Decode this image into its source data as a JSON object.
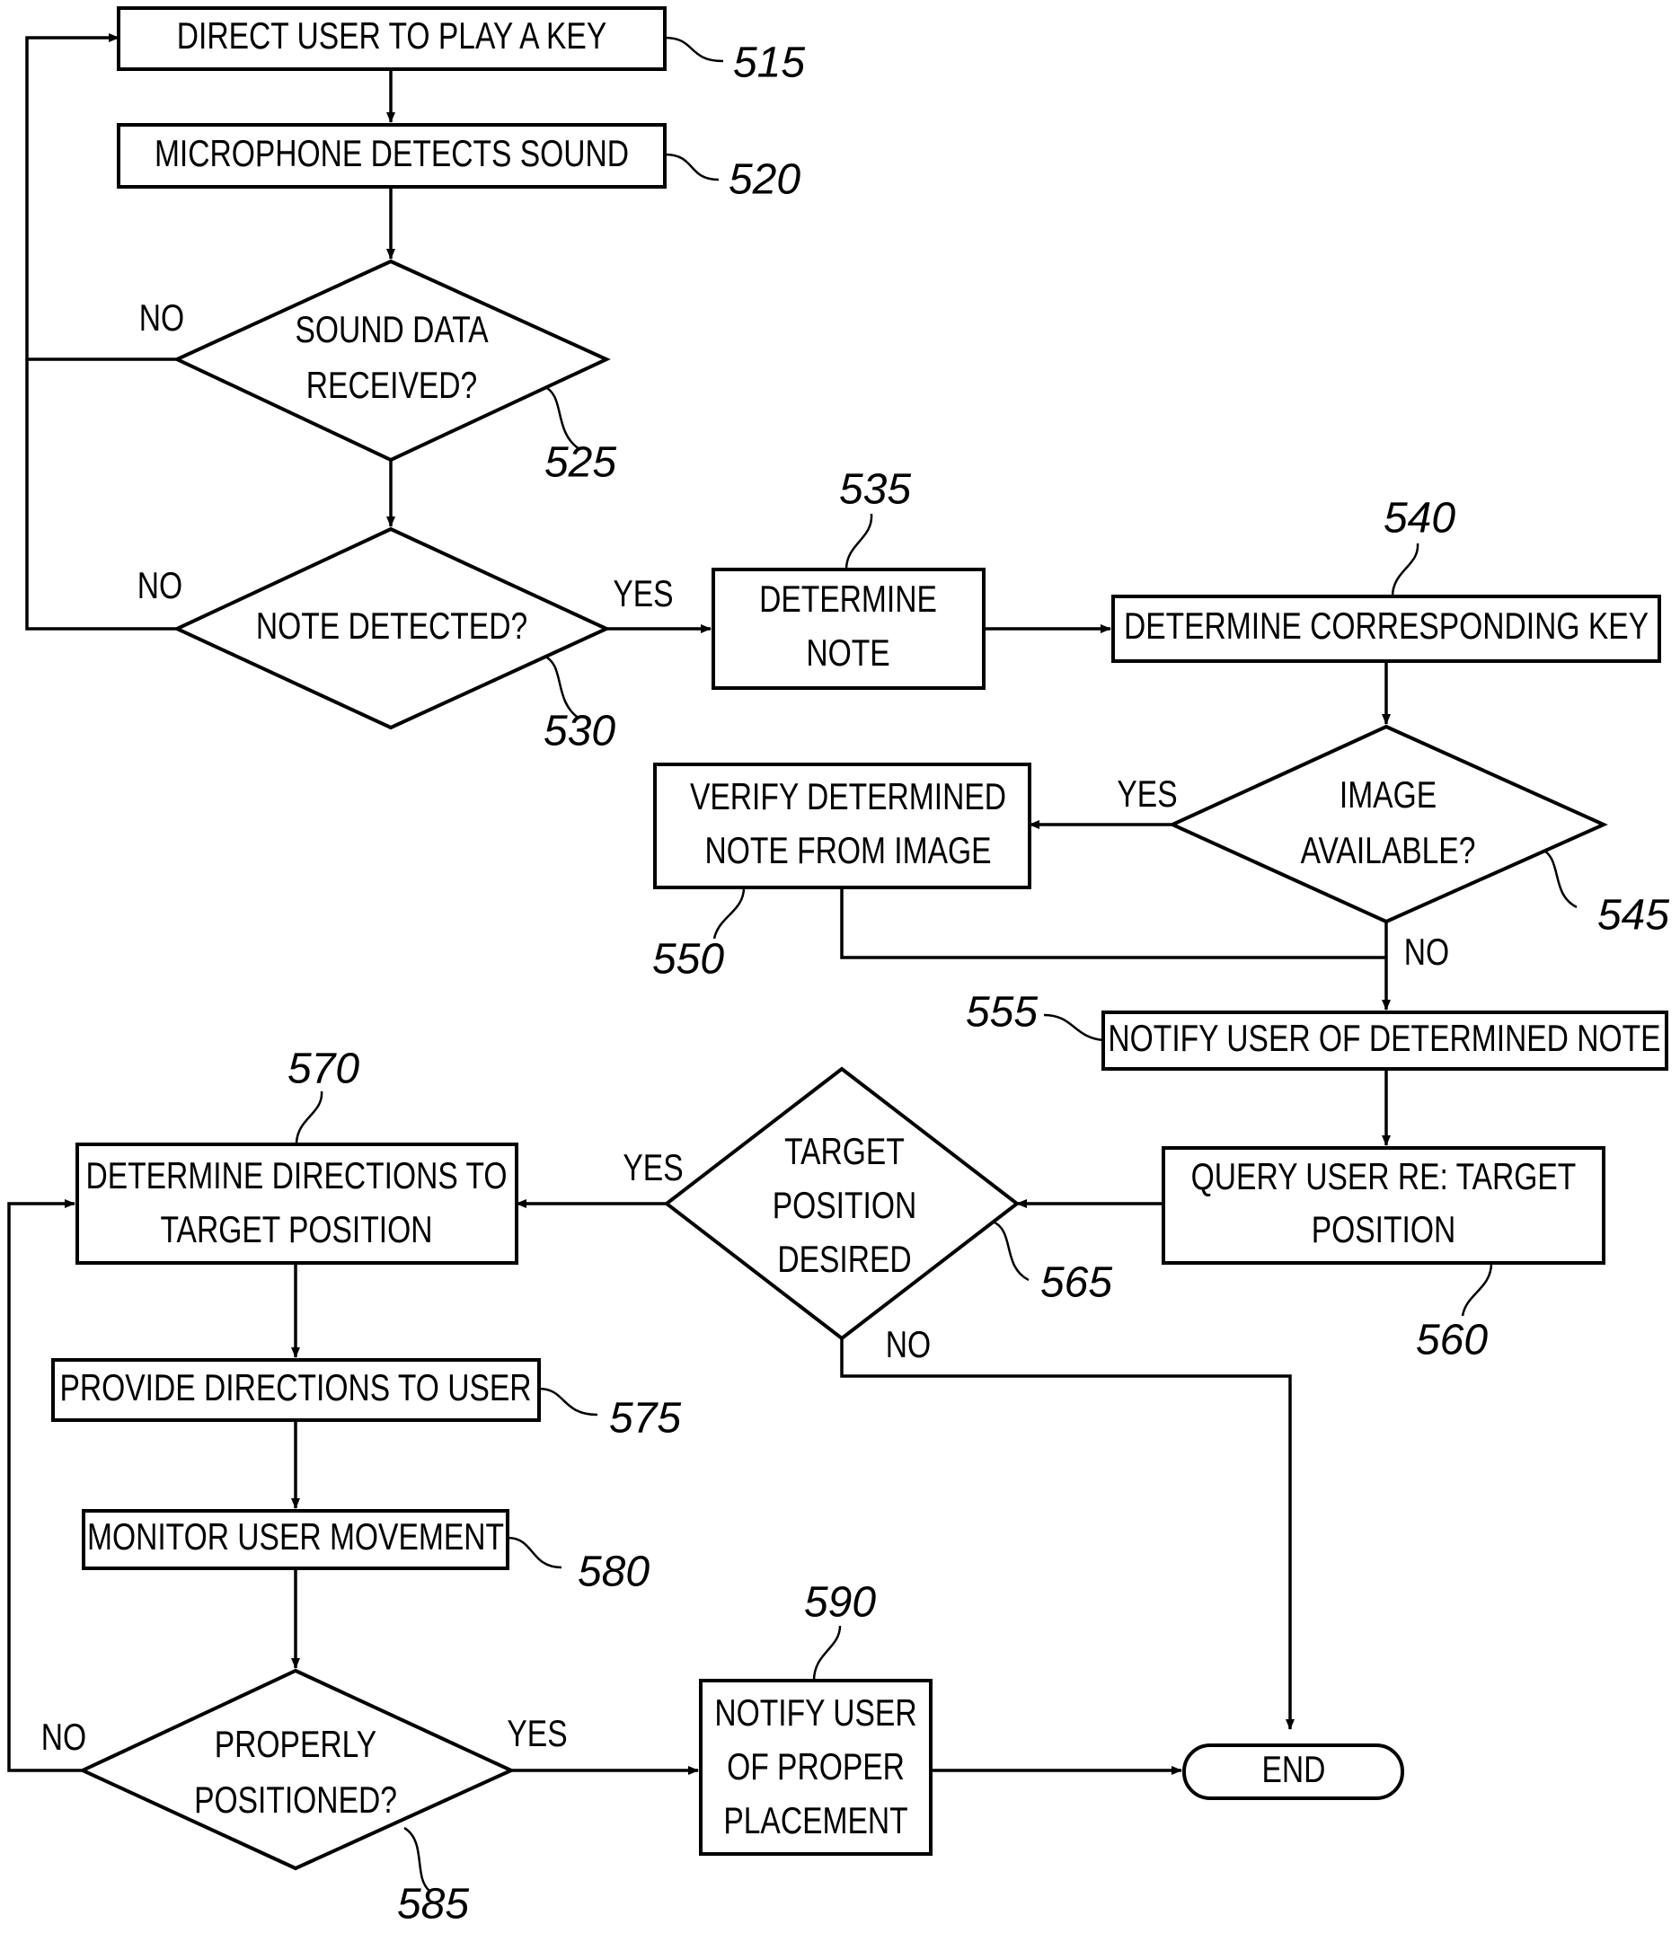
{
  "steps": {
    "s515": {
      "lines": [
        "DIRECT USER TO PLAY A KEY"
      ],
      "ref": "515"
    },
    "s520": {
      "lines": [
        "MICROPHONE DETECTS SOUND"
      ],
      "ref": "520"
    },
    "s525": {
      "lines": [
        "SOUND DATA",
        "RECEIVED?"
      ],
      "ref": "525"
    },
    "s530": {
      "lines": [
        "NOTE DETECTED?"
      ],
      "ref": "530"
    },
    "s535": {
      "lines": [
        "DETERMINE",
        "NOTE"
      ],
      "ref": "535"
    },
    "s540": {
      "lines": [
        "DETERMINE CORRESPONDING KEY"
      ],
      "ref": "540"
    },
    "s545": {
      "lines": [
        "IMAGE",
        "AVAILABLE?"
      ],
      "ref": "545"
    },
    "s550": {
      "lines": [
        "VERIFY DETERMINED",
        "NOTE FROM IMAGE"
      ],
      "ref": "550"
    },
    "s555": {
      "lines": [
        "NOTIFY USER OF DETERMINED NOTE"
      ],
      "ref": "555"
    },
    "s560": {
      "lines": [
        "QUERY USER RE: TARGET",
        "POSITION"
      ],
      "ref": "560"
    },
    "s565": {
      "lines": [
        "TARGET",
        "POSITION",
        "DESIRED"
      ],
      "ref": "565"
    },
    "s570": {
      "lines": [
        "DETERMINE DIRECTIONS TO",
        "TARGET POSITION"
      ],
      "ref": "570"
    },
    "s575": {
      "lines": [
        "PROVIDE DIRECTIONS TO USER"
      ],
      "ref": "575"
    },
    "s580": {
      "lines": [
        "MONITOR USER MOVEMENT"
      ],
      "ref": "580"
    },
    "s585": {
      "lines": [
        "PROPERLY",
        "POSITIONED?"
      ],
      "ref": "585"
    },
    "s590": {
      "lines": [
        "NOTIFY USER",
        "OF PROPER",
        "PLACEMENT"
      ],
      "ref": "590"
    },
    "end": {
      "lines": [
        "END"
      ]
    }
  },
  "branch_labels": {
    "no_525": "NO",
    "no_530": "NO",
    "yes_530": "YES",
    "yes_545": "YES",
    "no_545": "NO",
    "yes_565": "YES",
    "no_565": "NO",
    "no_585": "NO",
    "yes_585": "YES"
  }
}
